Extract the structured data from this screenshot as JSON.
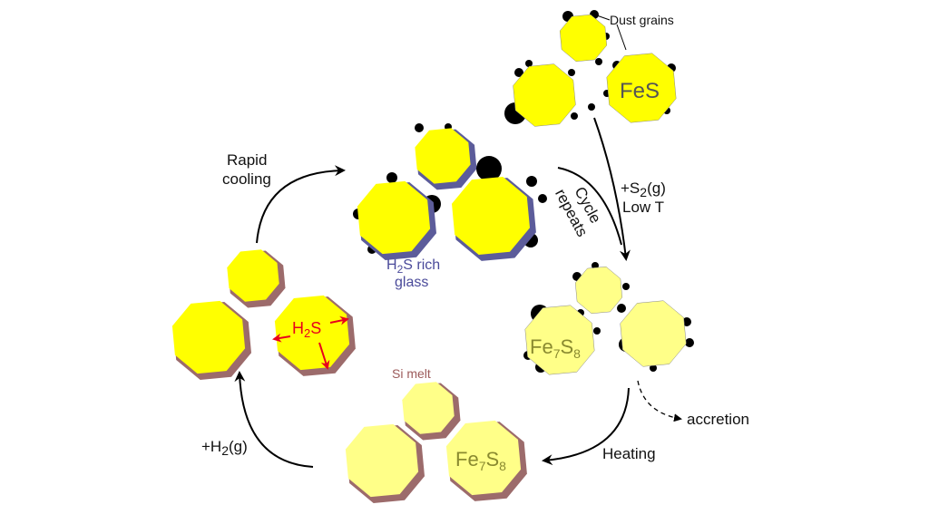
{
  "labels": {
    "dust_grains": "Dust grains",
    "fes": "FeS",
    "s2_line1": "+S",
    "s2_sub": "2",
    "s2_tail": "(g)",
    "low_t": "Low T",
    "cycle": "Cycle",
    "repeats": "repeats",
    "rapid": "Rapid",
    "cooling": "cooling",
    "h2s_rich_h": "H",
    "h2s_rich_sub": "2",
    "h2s_rich_tail": "S rich",
    "glass": "glass",
    "fe7s8_a": "Fe",
    "fe7s8_sub1": "7",
    "fe7s8_b": "S",
    "fe7s8_sub2": "8",
    "accretion": "accretion",
    "heating": "Heating",
    "si_melt": "Si melt",
    "h2_plus": "+H",
    "h2_sub": "2",
    "h2_tail": "(g)",
    "h2s_h": "H",
    "h2s_sub": "2",
    "h2s_tail": "S"
  },
  "colors": {
    "yellow": "#ffff00",
    "pale_yellow": "#ffff88",
    "glass_rim": "#5c5c9a",
    "melt_rim": "#9c6b6b",
    "h2s_arrow": "#e8001c",
    "outline": "#888888"
  }
}
